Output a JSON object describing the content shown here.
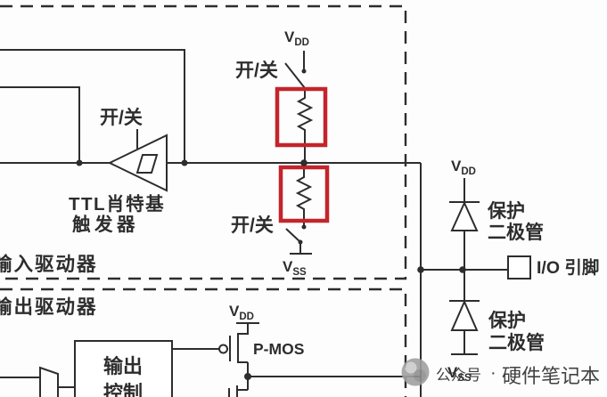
{
  "colors": {
    "line": "#2d2d2d",
    "highlight": "#c4242b",
    "watermark": "#9e9e9e",
    "watermark_light": "#b3b3b3"
  },
  "labels": {
    "v": "V",
    "dd": "DD",
    "ss": "SS",
    "switch": "开/关",
    "schmitt_line1": "TTL肖特基",
    "schmitt_line2": "触发器",
    "input_driver": "输入驱动器",
    "output_driver": "输出驱动器",
    "output_ctrl_line1": "输出",
    "output_ctrl_line2": "控制",
    "pmos": "P-MOS",
    "protect_line1": "保护",
    "protect_line2": "二极管",
    "io_pin": "I/O 引脚"
  },
  "watermark": {
    "account": "公众号",
    "separator": "·",
    "name": "硬件笔记本"
  }
}
